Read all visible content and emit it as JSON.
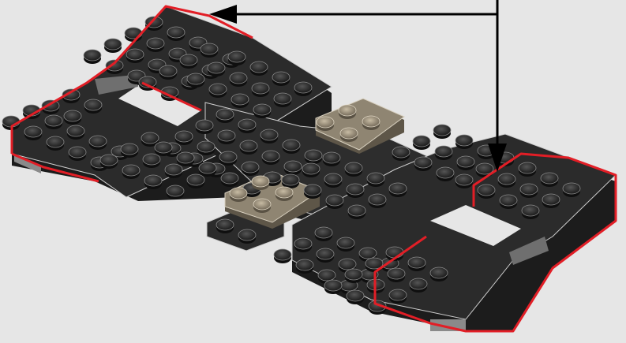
{
  "image": {
    "subject": "lego-building-instruction-step",
    "background": "#e6e6e6"
  },
  "colors": {
    "dark_plate": "#2a2a2a",
    "dark_plate_side": "#1a1a1a",
    "stud_top": "#3a3a3a",
    "stud_edge": "#9a9a9a",
    "tan_plate": "#8a8070",
    "tan_stud": "#a89c86",
    "gray_plate": "#7a7a7a",
    "highlight_outline": "#e21e26",
    "arrow": "#000000"
  },
  "callout": {
    "arrow_count": 2,
    "highlighted_parts": 2
  }
}
